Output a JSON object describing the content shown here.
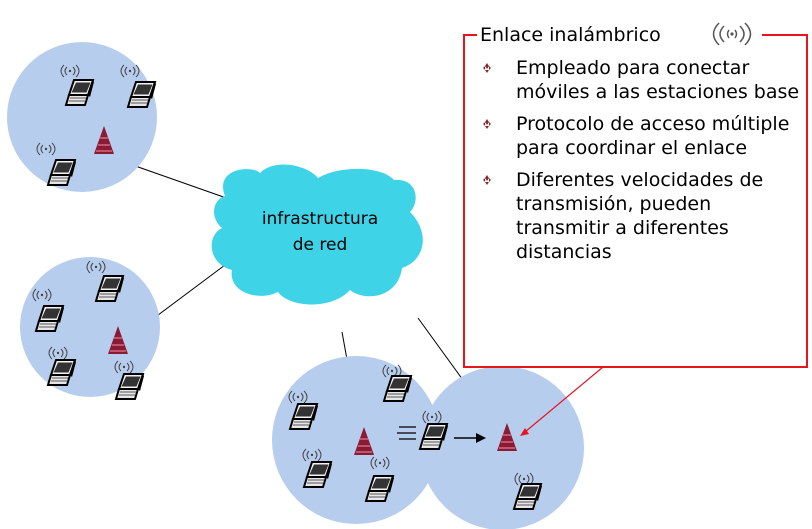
{
  "cloud": {
    "label_line1": "infrastructura",
    "label_line2": "de red"
  },
  "callout": {
    "title": "Enlace inalámbrico",
    "bullets": [
      "Empleado para conectar móviles a las estaciones base",
      "Protocolo de acceso múltiple para coordinar el enlace",
      "Diferentes velocidades de transmisión, pueden transmitir a diferentes distancias"
    ]
  },
  "colors": {
    "cell": "#b7cdee",
    "cloud": "#3fd3e8",
    "tower": "#8b1a35",
    "callout_border": "#e8141e",
    "bullet": "#8b2a2a"
  }
}
